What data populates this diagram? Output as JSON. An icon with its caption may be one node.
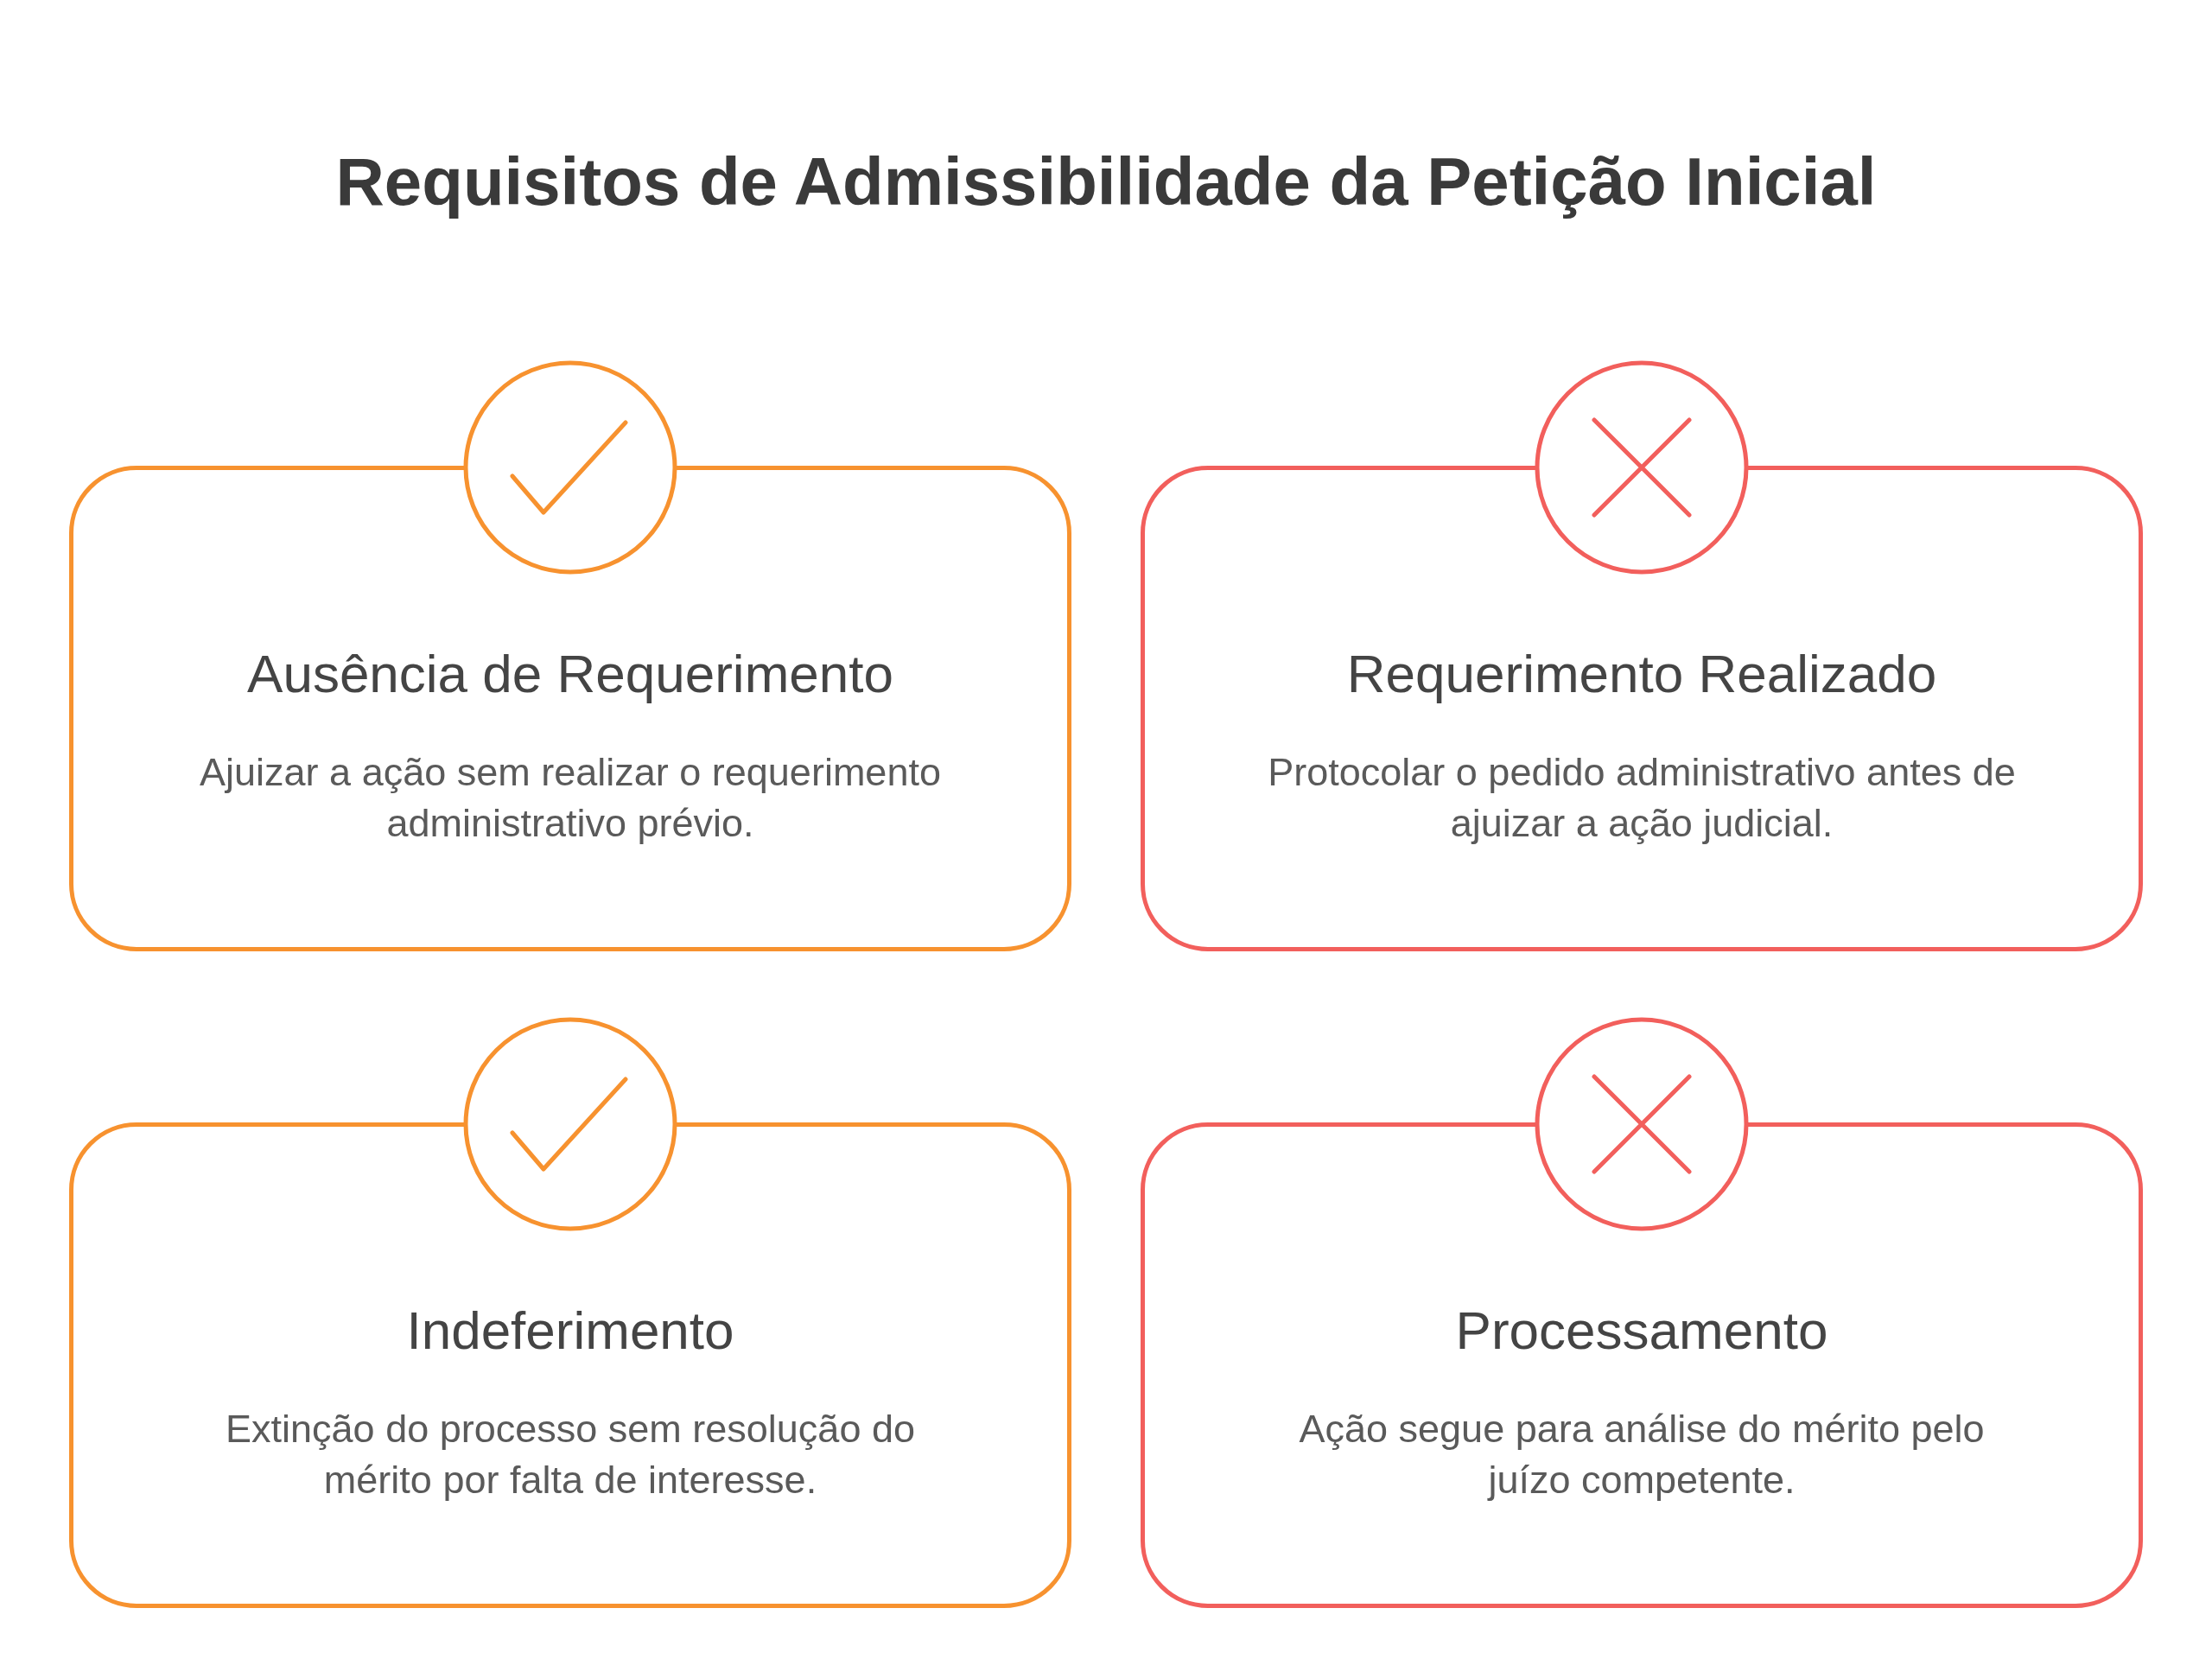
{
  "diagram": {
    "title": "Requisitos de Admissibilidade da Petição Inicial",
    "nodes": [
      {
        "text": [
          "Ausência de Requerimento",
          "Ajuizar a ação sem realizar o requerimento administrativo prévio."
        ]
      },
      {
        "text": [
          "Requerimento Realizado",
          "Protocolar o pedido administrativo antes de ajuizar a ação judicial."
        ]
      },
      {
        "text": [
          "Indeferimento",
          "Extinção do processo sem resolução do mérito por falta de interesse."
        ]
      },
      {
        "text": [
          "Processamento",
          "Ação segue para análise do mérito pelo juízo competente."
        ]
      }
    ]
  }
}
